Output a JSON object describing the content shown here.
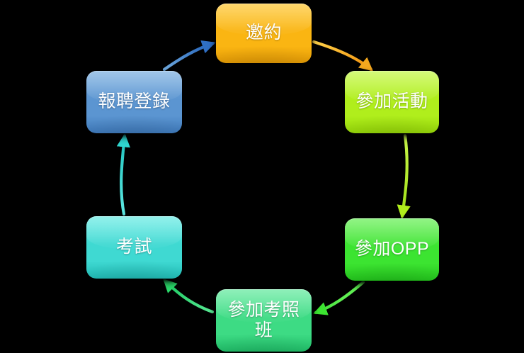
{
  "diagram": {
    "type": "cycle-flow",
    "background_color": "#000000",
    "direction": "clockwise",
    "nodes": [
      {
        "id": "node-top",
        "label": "邀約",
        "position": "top",
        "color": "#FAB512",
        "color_light": "#FFC93A",
        "color_dark": "#E39A05",
        "order": 1
      },
      {
        "id": "node-upright",
        "label": "參加活動",
        "position": "upper-right",
        "color": "#B0EE1C",
        "color_light": "#C6F84C",
        "color_dark": "#95D608",
        "order": 2
      },
      {
        "id": "node-lowright",
        "label": "參加OPP",
        "position": "lower-right",
        "color": "#3CE431",
        "color_light": "#6DF05C",
        "color_dark": "#23C41C",
        "order": 3
      },
      {
        "id": "node-bottom",
        "label": "參加考照班",
        "position": "bottom",
        "color": "#3DDB84",
        "color_light": "#68EBA2",
        "color_dark": "#20BD68",
        "order": 4
      },
      {
        "id": "node-lowleft",
        "label": "考試",
        "position": "lower-left",
        "color": "#3FD9D2",
        "color_light": "#6EECE6",
        "color_dark": "#21BCB6",
        "order": 5
      },
      {
        "id": "node-upleft",
        "label": "報聘登錄",
        "position": "upper-left",
        "color": "#5B95D1",
        "color_light": "#81B3E2",
        "color_dark": "#3E79BA",
        "order": 6
      }
    ],
    "connectors": [
      {
        "id": "arrow-top-to-upright",
        "from": "node-top",
        "to": "node-upright",
        "color": "#F5A81E",
        "shape": "curve"
      },
      {
        "id": "arrow-upright-to-lowright",
        "from": "node-upright",
        "to": "node-lowright",
        "color": "#B0EE1C",
        "shape": "line"
      },
      {
        "id": "arrow-lowright-to-bottom",
        "from": "node-lowright",
        "to": "node-bottom",
        "color": "#3CE431",
        "shape": "curve"
      },
      {
        "id": "arrow-bottom-to-lowleft",
        "from": "node-bottom",
        "to": "node-lowleft",
        "color": "#2BD96A",
        "shape": "curve"
      },
      {
        "id": "arrow-lowleft-to-upleft",
        "from": "node-lowleft",
        "to": "node-upleft",
        "color": "#2FD7D0",
        "shape": "line"
      },
      {
        "id": "arrow-upleft-to-top",
        "from": "node-upleft",
        "to": "node-top",
        "color": "#2F6FC4",
        "shape": "curve"
      }
    ]
  }
}
